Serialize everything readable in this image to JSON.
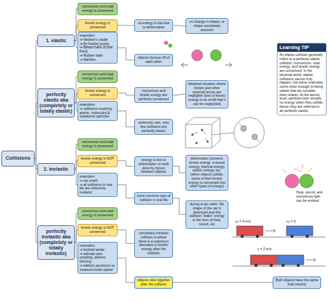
{
  "diagram": {
    "nodes": [
      {
        "text": [
          "Collisions"
        ]
      },
      {
        "text": [
          "1. elastic"
        ]
      },
      {
        "text": [
          "momentum and total energy is conserved"
        ]
      },
      {
        "text": [
          "kinetic energy is conserved"
        ]
      },
      {
        "text": [
          "examples:",
          "➔ Newton's cradle",
          "➔ Air hockey pucks",
          "➔ Billiard balls (8 Ball Pool)",
          "➔ Rubber balls",
          "➔ Marbles"
        ]
      },
      {
        "text": [
          "no energy is lost due to deformation"
        ]
      },
      {
        "text": [
          "no change in shape, or shape completely recovers"
        ]
      },
      {
        "text": [
          "objects bounce off of each other"
        ]
      },
      {
        "text": [
          "perfectly elastic aka (completely or totally elastic)"
        ]
      },
      {
        "text": [
          "momentum and total energy is conserved"
        ]
      },
      {
        "text": [
          "kinetic energy is conserved"
        ]
      },
      {
        "text": [
          "examples:",
          "➔ collisions involving atoms, molecules & subatomic particles"
        ]
      },
      {
        "text": [
          "momentum and kinetic energy are perfectly conserved"
        ]
      },
      {
        "text": [
          "idealized situation where friction and other external forces are negligible (loss of kinetic energy is so small that it can be neglected)"
        ]
      },
      {
        "text": [
          "extremely rare, very few collisions are perfectly elastic"
        ]
      },
      {
        "text": [
          "2. inelastic"
        ]
      },
      {
        "text": [
          "momentum and total energy is conserved"
        ]
      },
      {
        "text": [
          "kinetic energy is NOT conserved"
        ]
      },
      {
        "text": [
          "examples:",
          "➔ car crash",
          "➔ all collisions in real life are inherently inelastic"
        ]
      },
      {
        "text": [
          "energy is lost to deformation or work done by forces between objects"
        ]
      },
      {
        "text": [
          "deformation converts: kinetic energy ➔ sound energy, thermal energy, elastic energy, etc. (when objects collide, some of their kinetic energy is converted into other types of energy)"
        ]
      },
      {
        "text": [
          "more common type of collision in real life"
        ]
      },
      {
        "text": [
          "during a car crash, the shape of the car is deformed and this collision \"leaks\" energy in the form of heat, sound, etc"
        ]
      },
      {
        "text": [
          "perfectly inelastic aka (completely or totally inelastic)"
        ]
      },
      {
        "text": [
          "momentum and total energy is conserved"
        ]
      },
      {
        "text": [
          "kinetic energy is NOT conserved"
        ]
      },
      {
        "text": [
          "examples:",
          "➔ football tackle",
          "➔ railroad cars coupling, planets forming",
          "➔ ballistic pendulum to measure bullet speed"
        ]
      },
      {
        "text": [
          "completely inelastic collision is where there is a maximum decrease in kinetic energy after the collision"
        ]
      },
      {
        "text": [
          "objects stick together after the collision"
        ]
      },
      {
        "text": [
          "Both objects have the same final velocity"
        ]
      },
      {
        "text": [
          "Learning TIP",
          "An elastic collision generally refers to a perfectly elastic collision; momentum, total energy, and kinetic energy are conserved. In the physical world, elastic collisions cannot truly happen, but some examples come close enough to being elastic that we consider them elastic. At the atomic level, particles lose virtually no energy when they collide, hence they are referred to as perfectly elastic."
        ]
      }
    ],
    "edges": [
      {
        "from": 0,
        "to": 1,
        "arrow": "none"
      },
      {
        "from": 0,
        "to": 8,
        "arrow": "none"
      },
      {
        "from": 0,
        "to": 15,
        "arrow": "none"
      },
      {
        "from": 0,
        "to": 23,
        "arrow": "none"
      },
      {
        "from": 1,
        "to": 2,
        "arrow": "none"
      },
      {
        "from": 1,
        "to": 3,
        "arrow": "none"
      },
      {
        "from": 1,
        "to": 4,
        "arrow": "none"
      },
      {
        "from": 3,
        "to": 5,
        "arrow": "none"
      },
      {
        "from": 5,
        "to": 6,
        "arrow": "none"
      },
      {
        "from": 4,
        "to": 7,
        "arrow": "none"
      },
      {
        "from": 8,
        "to": 9,
        "arrow": "none"
      },
      {
        "from": 8,
        "to": 10,
        "arrow": "none"
      },
      {
        "from": 8,
        "to": 11,
        "arrow": "none"
      },
      {
        "from": 10,
        "to": 12,
        "arrow": "none"
      },
      {
        "from": 12,
        "to": 13,
        "arrow": "none"
      },
      {
        "from": 11,
        "to": 14,
        "arrow": "none"
      },
      {
        "from": 15,
        "to": 16,
        "arrow": "none"
      },
      {
        "from": 15,
        "to": 17,
        "arrow": "none"
      },
      {
        "from": 15,
        "to": 18,
        "arrow": "none"
      },
      {
        "from": 17,
        "to": 19,
        "arrow": "none"
      },
      {
        "from": 19,
        "to": 20,
        "arrow": "none"
      },
      {
        "from": 18,
        "to": 21,
        "arrow": "none"
      },
      {
        "from": 21,
        "to": 22,
        "arrow": "none"
      },
      {
        "from": 23,
        "to": 24,
        "arrow": "none"
      },
      {
        "from": 23,
        "to": 25,
        "arrow": "none"
      },
      {
        "from": 23,
        "to": 26,
        "arrow": "none"
      },
      {
        "from": 25,
        "to": 27,
        "arrow": "none"
      },
      {
        "from": 26,
        "to": 28,
        "arrow": "none"
      },
      {
        "from": 28,
        "to": 29,
        "arrow": "none"
      }
    ],
    "labels": [
      "Heat, sound, and sometimes light can be emitted",
      "u₁ = 4 m/s",
      "u₂ = 0",
      "v = 2 m/s"
    ]
  }
}
